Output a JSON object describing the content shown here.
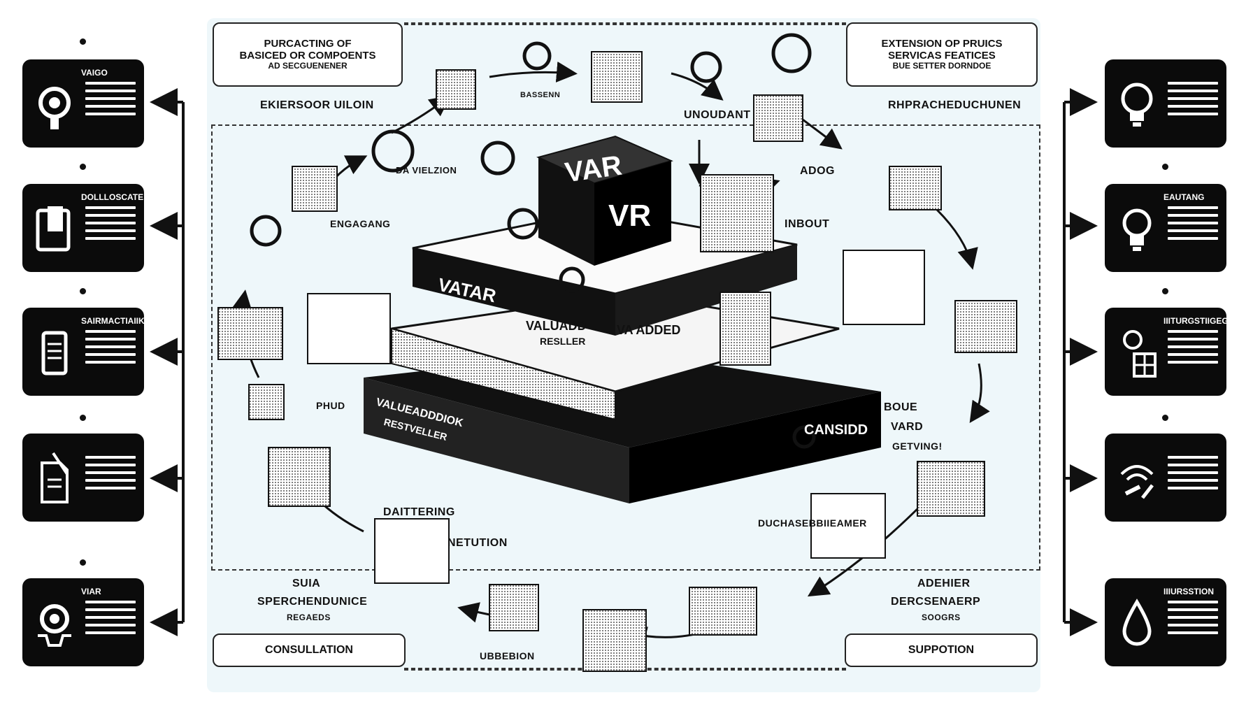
{
  "top_left_box": [
    "PURCACTING OF",
    "BASICED OR COMPOENTS",
    "AD SECGUENENER"
  ],
  "top_right_box": [
    "EXTENSION OP PRUICS",
    "SERVICAS FEATICES",
    "BUE SETTER DORNDOE"
  ],
  "bottom_left_box": "CONSULLATION",
  "bottom_right_box": "SUPPOTION",
  "labels": {
    "left_upper": "EKIERSOOR UILOIN",
    "right_upper": "RHPRACHEDUCHUNEN",
    "undduant": "UNOUDANT",
    "adog": "ADOG",
    "inbout": "INBOUT",
    "da_vielzion": "DA VIELZION",
    "bassenn": "BASSENN",
    "engaging": "ENGAGANG",
    "phud": "PHUD",
    "boue": "BOUE",
    "vard": "VARD",
    "getving": "GETVING!",
    "daitering": "DAITTERING",
    "netution": "NETUTION",
    "duchrase": "DUCHASEBBIIEAMER",
    "sua": "SUIA",
    "sperchendunce": "SPERCHENDUNICE",
    "regaeds": "REGAEDS",
    "adeher": "ADEHIER",
    "dercsenarp": "DERCSENAERP",
    "soogrs": "SOOGRS",
    "ubbebion": "UBBEBION",
    "vatar": "VATAR",
    "valuadd": "VALUADD",
    "resller": "RESLLER",
    "va_added": "VA ADDED",
    "valueadd_reseller": "VALUEADDDIOK",
    "reseller2": "RESTVELLER",
    "cansidd": "CANSIDD",
    "cube_top": "VAR",
    "cube_front": "VR"
  },
  "left_cards": [
    {
      "title": "VAIGO",
      "icon": "gear-wrench-icon"
    },
    {
      "title": "DOLLLOSCATE",
      "icon": "tablet-icon"
    },
    {
      "title": "SAIRMACTIAIIK",
      "icon": "phone-icon"
    },
    {
      "title": "",
      "icon": "document-icon"
    },
    {
      "title": "VIAR",
      "icon": "gear-hand-icon"
    }
  ],
  "right_cards": [
    {
      "title": "",
      "icon": "lightbulb-icon"
    },
    {
      "title": "EAUTANG",
      "icon": "lightbulb-icon"
    },
    {
      "title": "IIITURGSTIIGEGN",
      "icon": "person-chart-icon"
    },
    {
      "title": "",
      "icon": "signal-tools-icon"
    },
    {
      "title": "IIIURSSTION",
      "icon": "droplet-icon"
    }
  ],
  "colors": {
    "panel": "#eef7fa",
    "ink": "#111111",
    "card": "#0b0b0b"
  }
}
